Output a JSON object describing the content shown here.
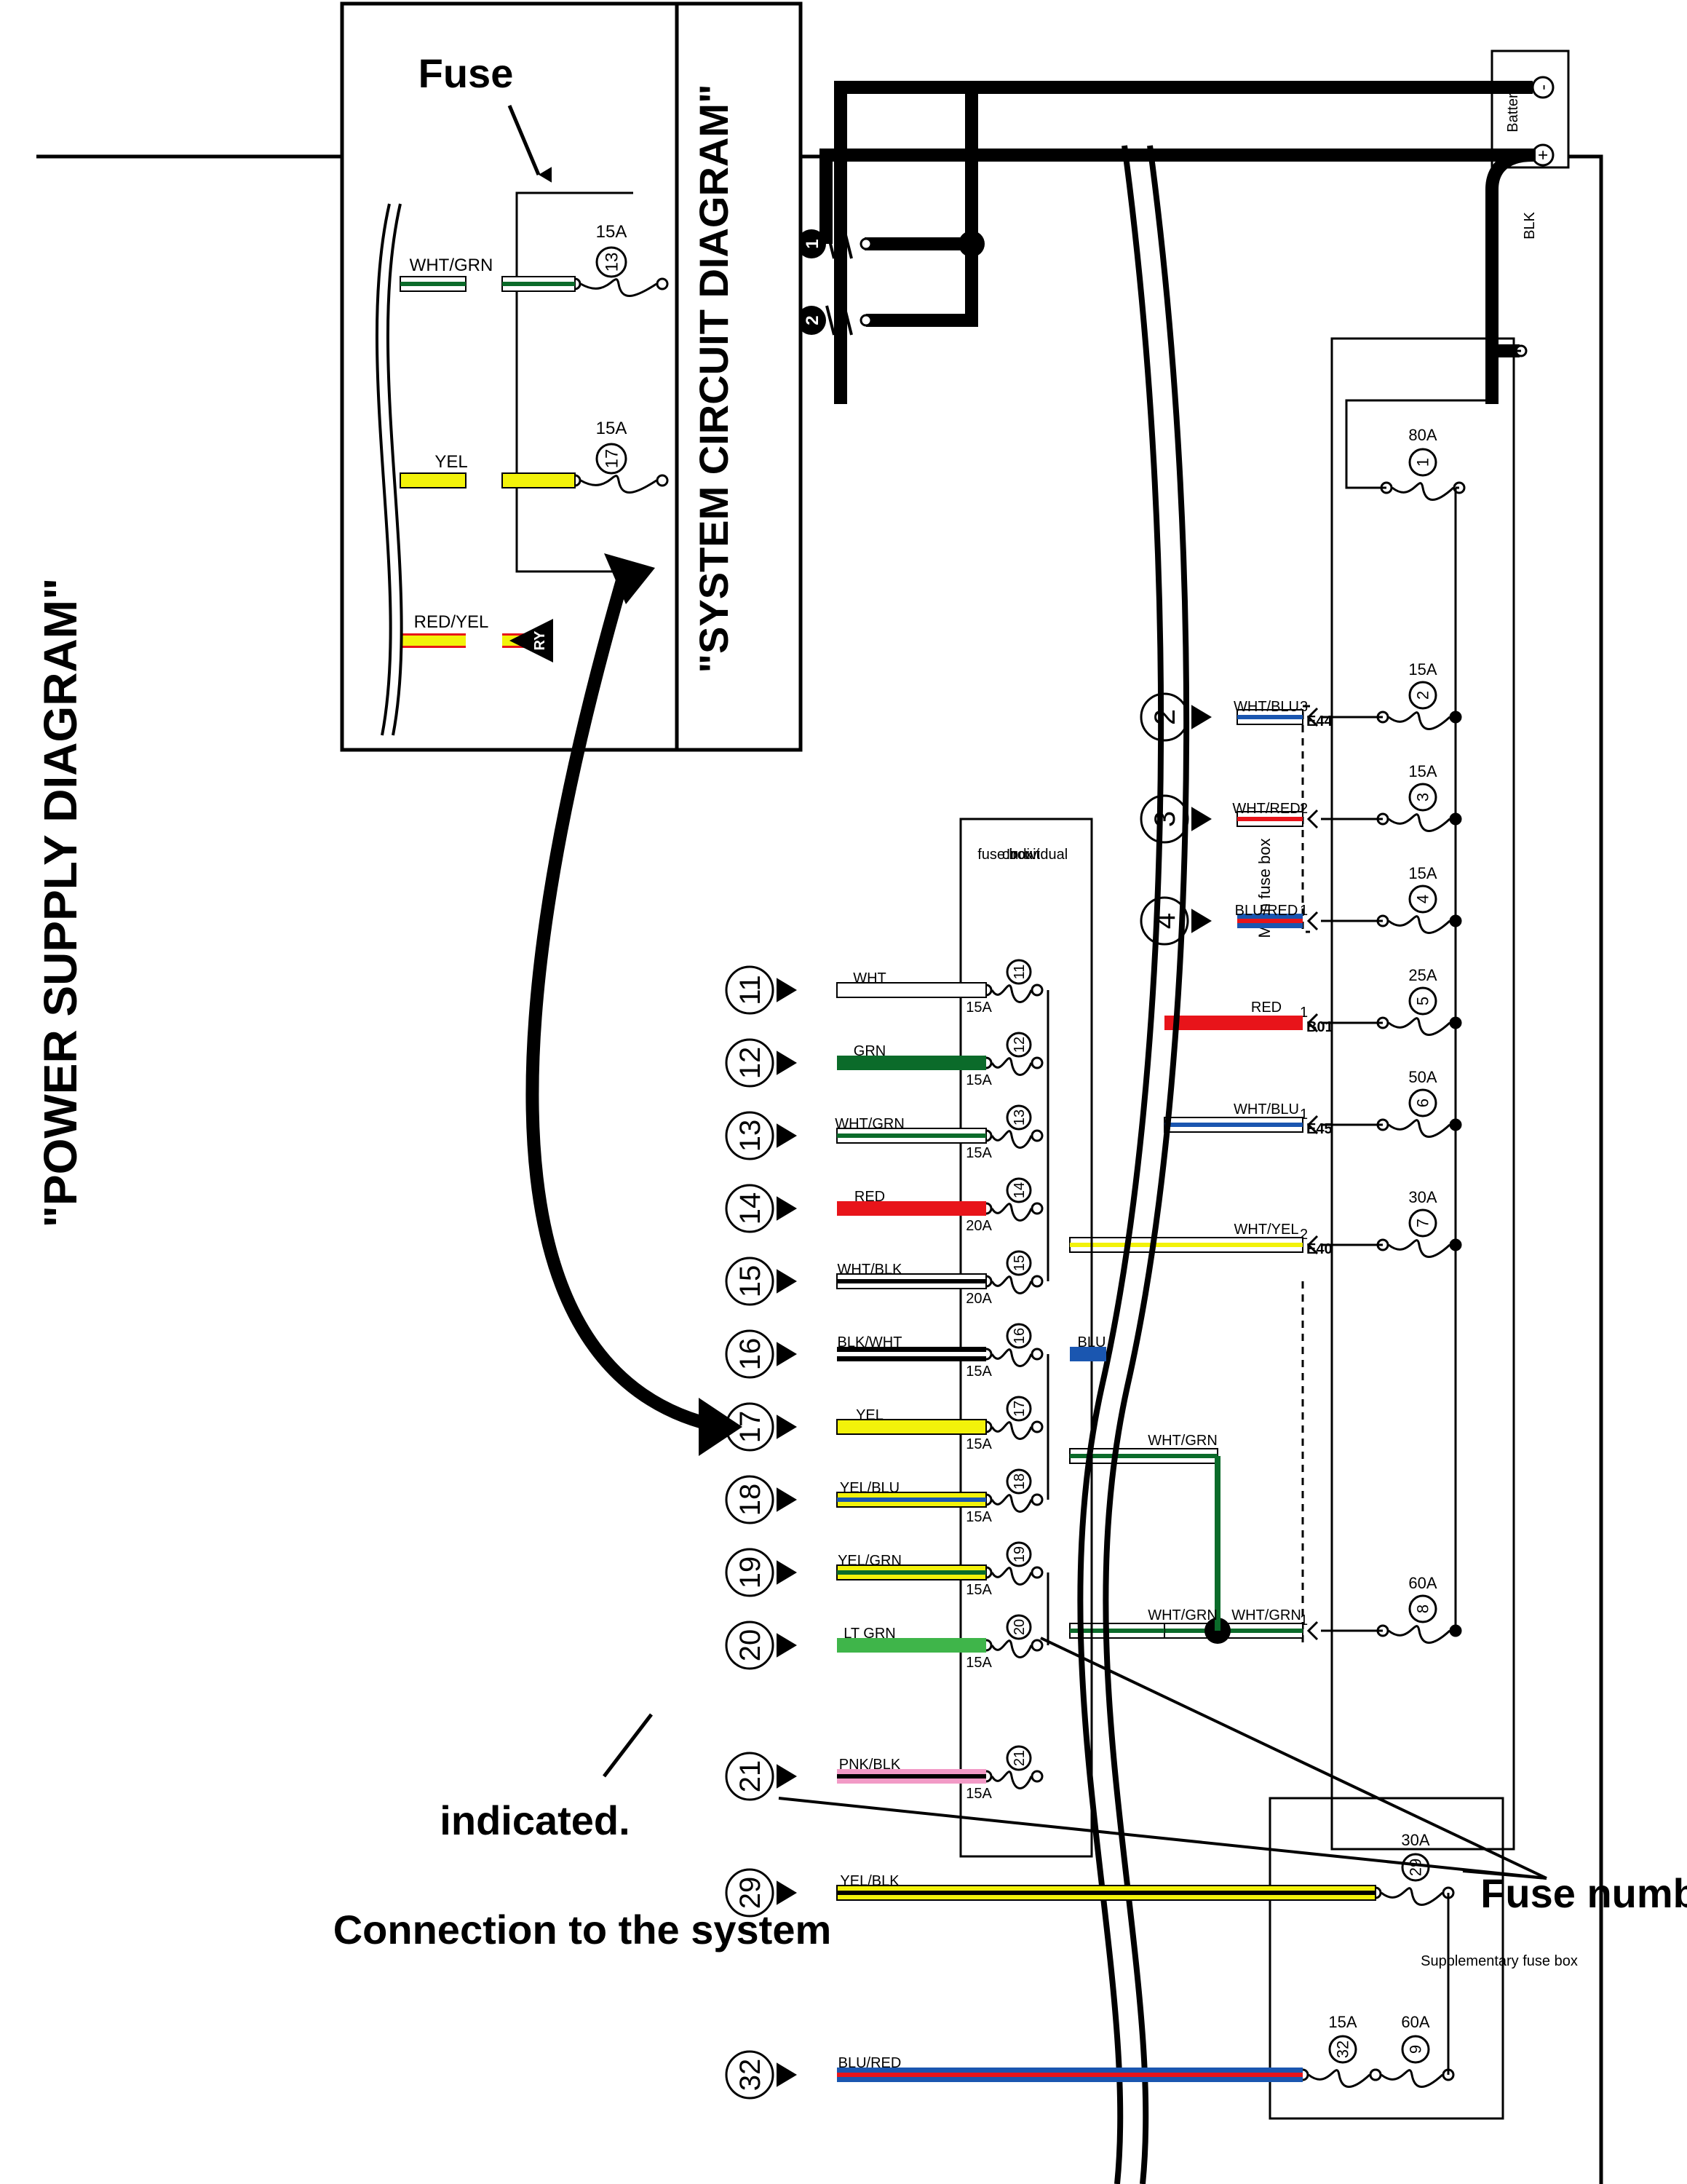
{
  "power_supply": {
    "title": "\"POWER SUPPLY DIAGRAM\"",
    "battery_label": "Battery",
    "battery_neg": "-",
    "battery_pos": "+",
    "battery_wire": "BLK",
    "grounds": [
      "1",
      "2"
    ],
    "main_fuse_box_label": "Main fuse box",
    "main_fuses": [
      {
        "num": "1",
        "amp": "80A"
      },
      {
        "num": "2",
        "amp": "15A",
        "conn": "E44",
        "pin": "3",
        "wire": "WHT/BLU",
        "dest": "2"
      },
      {
        "num": "3",
        "amp": "15A",
        "pin": "2",
        "wire": "WHT/RED",
        "dest": "3"
      },
      {
        "num": "4",
        "amp": "15A",
        "pin": "1",
        "wire": "BLU/RED",
        "dest": "4"
      },
      {
        "num": "5",
        "amp": "25A",
        "conn": "B01",
        "pin": "1",
        "wire": "RED"
      },
      {
        "num": "6",
        "amp": "50A",
        "conn": "E45",
        "pin": "1",
        "wire": "WHT/BLU"
      },
      {
        "num": "7",
        "amp": "30A",
        "conn": "E40",
        "pin": "2",
        "wire": "WHT/YEL"
      },
      {
        "num": "8",
        "amp": "60A",
        "pin": "1",
        "wire": "WHT/GRN"
      }
    ],
    "individual_box_label": "Individual circuit fuse box",
    "individual_box_lines": [
      "Individual",
      "circuit",
      "fuse box"
    ],
    "individual_fuses": [
      {
        "num": "11",
        "amp": "15A",
        "wire": "WHT",
        "dest": "11"
      },
      {
        "num": "12",
        "amp": "15A",
        "wire": "GRN",
        "dest": "12"
      },
      {
        "num": "13",
        "amp": "15A",
        "wire": "WHT/GRN",
        "dest": "13"
      },
      {
        "num": "14",
        "amp": "20A",
        "wire": "RED",
        "dest": "14"
      },
      {
        "num": "15",
        "amp": "20A",
        "wire": "WHT/BLK",
        "dest": "15"
      },
      {
        "num": "16",
        "amp": "15A",
        "wire": "BLK/WHT",
        "dest": "16"
      },
      {
        "num": "17",
        "amp": "15A",
        "wire": "YEL",
        "dest": "17"
      },
      {
        "num": "18",
        "amp": "15A",
        "wire": "YEL/BLU",
        "dest": "18"
      },
      {
        "num": "19",
        "amp": "15A",
        "wire": "YEL/GRN",
        "dest": "19"
      },
      {
        "num": "20",
        "amp": "15A",
        "wire": "LT GRN",
        "dest": "20"
      },
      {
        "num": "21",
        "amp": "15A",
        "wire": "PNK/BLK",
        "dest": "21"
      }
    ],
    "feed_wires": {
      "blu": "BLU",
      "wht_grn_upper": "WHT/GRN",
      "wht_grn_lower": "WHT/GRN"
    },
    "supplementary_box_label": "Supplementary fuse box",
    "supplementary_fuses": [
      {
        "num": "29",
        "amp": "30A",
        "wire": "YEL/BLK",
        "dest": "29"
      },
      {
        "num": "9",
        "amp": "60A"
      },
      {
        "num": "32",
        "amp": "15A",
        "wire": "BLU/RED",
        "dest": "32"
      }
    ]
  },
  "system_circuit": {
    "title": "\"SYSTEM CIRCUIT DIAGRAM\"",
    "fuse_label": "Fuse",
    "fuses": [
      {
        "num": "13",
        "amp": "15A",
        "wire": "WHT/GRN"
      },
      {
        "num": "17",
        "amp": "15A",
        "wire": "YEL"
      }
    ],
    "ry_wire": "RED/YEL",
    "ry_label": "RY"
  },
  "annotations": {
    "fuse_number": "Fuse number",
    "connection_line1": "Connection to the system",
    "connection_line2": "indicated."
  },
  "wire_colors": {
    "BLK": "#000000",
    "WHT": "#ffffff",
    "RED": "#e8141a",
    "BLU": "#1a56b0",
    "GRN": "#0b6b2a",
    "YEL": "#f2f20a",
    "LT GRN": "#3fb54a",
    "PNK": "#f29ac6"
  }
}
